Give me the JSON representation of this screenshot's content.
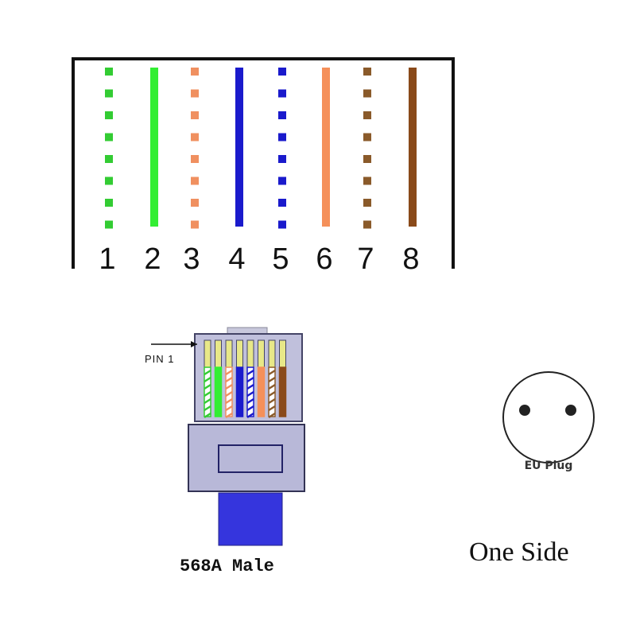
{
  "wiring": {
    "standard": "568A",
    "pins": [
      {
        "number": "1",
        "color": "#33cc33",
        "style": "striped"
      },
      {
        "number": "2",
        "color": "#33ee33",
        "style": "solid"
      },
      {
        "number": "3",
        "color": "#f09060",
        "style": "striped"
      },
      {
        "number": "4",
        "color": "#1a1acc",
        "style": "solid"
      },
      {
        "number": "5",
        "color": "#1a1acc",
        "style": "striped"
      },
      {
        "number": "6",
        "color": "#f5905a",
        "style": "solid"
      },
      {
        "number": "7",
        "color": "#8a5a2a",
        "style": "striped"
      },
      {
        "number": "8",
        "color": "#8a4a1a",
        "style": "solid"
      }
    ]
  },
  "connector": {
    "pin1_label": "PIN 1",
    "caption": "568A Male",
    "body_color": "#b8b8d8",
    "boot_color": "#3535dd"
  },
  "plug": {
    "label": "EU Plug"
  },
  "side_label": "One Side"
}
